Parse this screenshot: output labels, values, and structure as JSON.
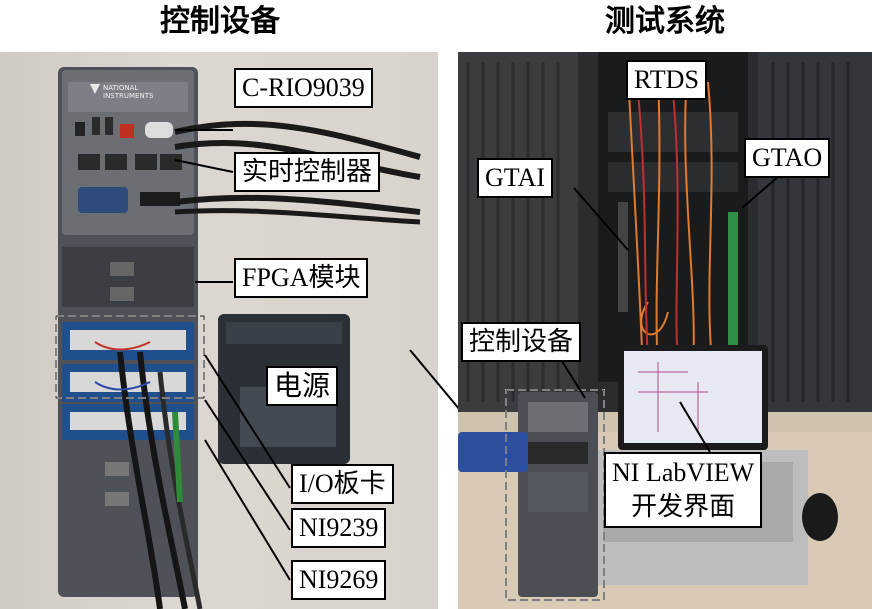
{
  "titles": {
    "left": "控制设备",
    "right": "测试系统"
  },
  "left_labels": {
    "crio": "C-RIO9039",
    "controller": "实时控制器",
    "fpga": "FPGA模块",
    "power": "电源",
    "io": "I/O板卡",
    "ni9239": "NI9239",
    "ni9269": "NI9269"
  },
  "right_labels": {
    "rtds": "RTDS",
    "gtai": "GTAI",
    "gtao": "GTAO",
    "control": "控制设备",
    "labview": "NI LabVIEW\n开发界面"
  },
  "device_text": {
    "brand_top": "NATIONAL",
    "brand_bottom": "INSTRUMENTS"
  }
}
